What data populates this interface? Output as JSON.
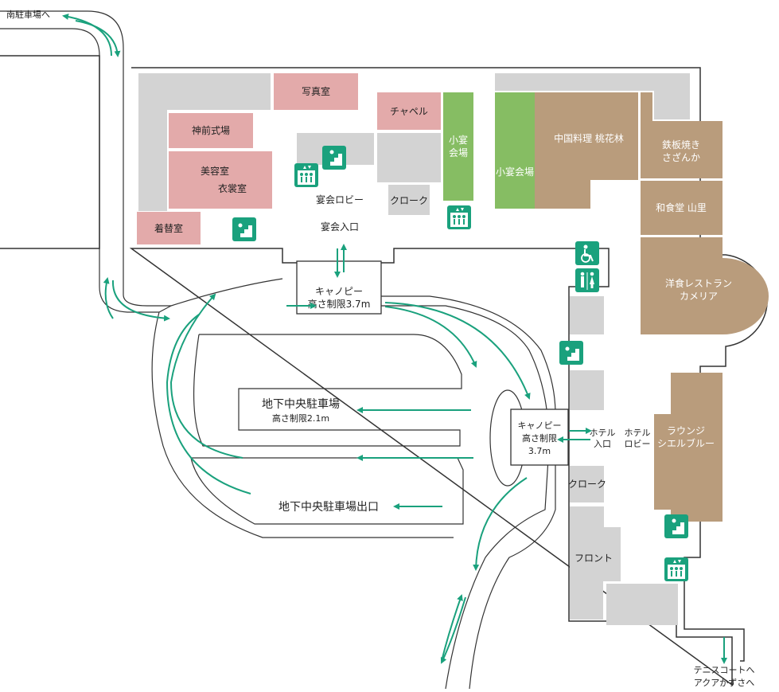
{
  "colors": {
    "gray": "#d3d3d3",
    "pink": "#e3aaaa",
    "green": "#86bd63",
    "brown": "#b99c7c",
    "teal": "#1aa17d",
    "outline": "#333333"
  },
  "labels": {
    "south_parking": "南駐車場へ",
    "photo_studio": "写真室",
    "shinto_hall": "神前式場",
    "beauty_salon": "美容室",
    "costume_room": "衣裳室",
    "dressing_room": "着替室",
    "chapel": "チャペル",
    "small_banquet_1": [
      "小宴",
      "会場"
    ],
    "small_banquet_2": "小宴会場",
    "cloak_banquet": "クローク",
    "banquet_lobby": "宴会ロビー",
    "banquet_entrance": "宴会入口",
    "canopy_1": [
      "キャノピー",
      "高さ制限3.7m"
    ],
    "canopy_2": [
      "キャノピー",
      "高さ制限",
      "3.7m"
    ],
    "chinese_restaurant": "中国料理 桃花林",
    "teppanyaki": [
      "鉄板焼き",
      "さざんか"
    ],
    "japanese_restaurant": "和食堂 山里",
    "western_restaurant": [
      "洋食レストラン",
      "カメリア"
    ],
    "lounge": [
      "ラウンジ",
      "シエルブルー"
    ],
    "hotel_entrance": [
      "ホテル",
      "入口"
    ],
    "hotel_lobby": [
      "ホテル",
      "ロビー"
    ],
    "cloak_hotel": "クローク",
    "front_desk": "フロント",
    "underground_parking": "地下中央駐車場",
    "underground_height": "高さ制限2.1m",
    "underground_exit": "地下中央駐車場出口",
    "tennis_aqua": [
      "テニスコートへ",
      "アクアかずさへ"
    ]
  },
  "icons": [
    "elevator-icon",
    "stairs-icon",
    "wheelchair-icon",
    "restroom-icon"
  ]
}
